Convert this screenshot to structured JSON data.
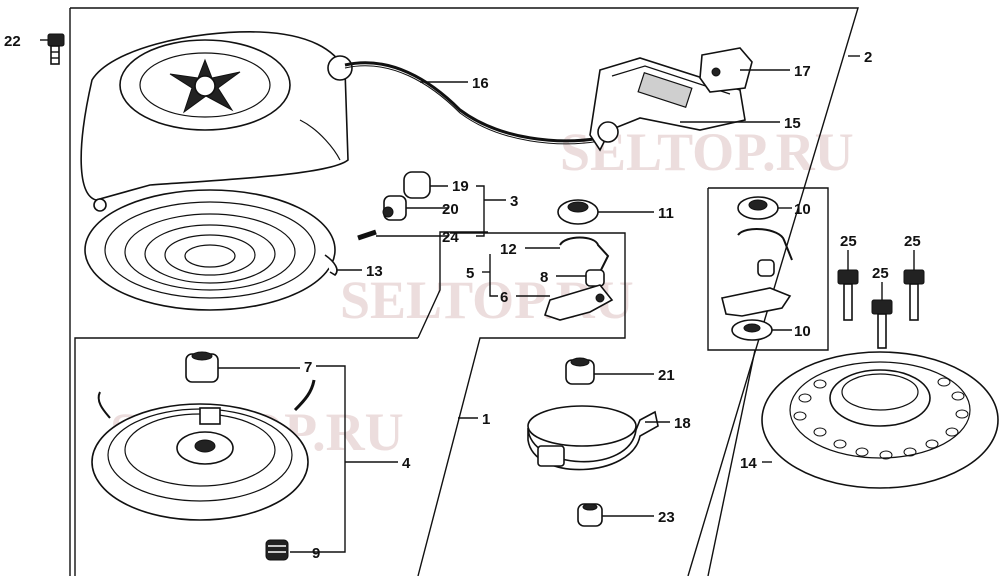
{
  "watermarks": [
    "SELTOP.RU",
    "SELTOP.RU",
    "SELTOP.RU"
  ],
  "labels": {
    "p1": "1",
    "p2": "2",
    "p3": "3",
    "p4": "4",
    "p5": "5",
    "p6": "6",
    "p7": "7",
    "p8": "8",
    "p9": "9",
    "p10a": "10",
    "p10b": "10",
    "p11": "11",
    "p12": "12",
    "p13": "13",
    "p14": "14",
    "p15": "15",
    "p16": "16",
    "p17": "17",
    "p18": "18",
    "p19": "19",
    "p20": "20",
    "p21": "21",
    "p22": "22",
    "p23": "23",
    "p24": "24",
    "p25a": "25",
    "p25b": "25",
    "p25c": "25"
  }
}
